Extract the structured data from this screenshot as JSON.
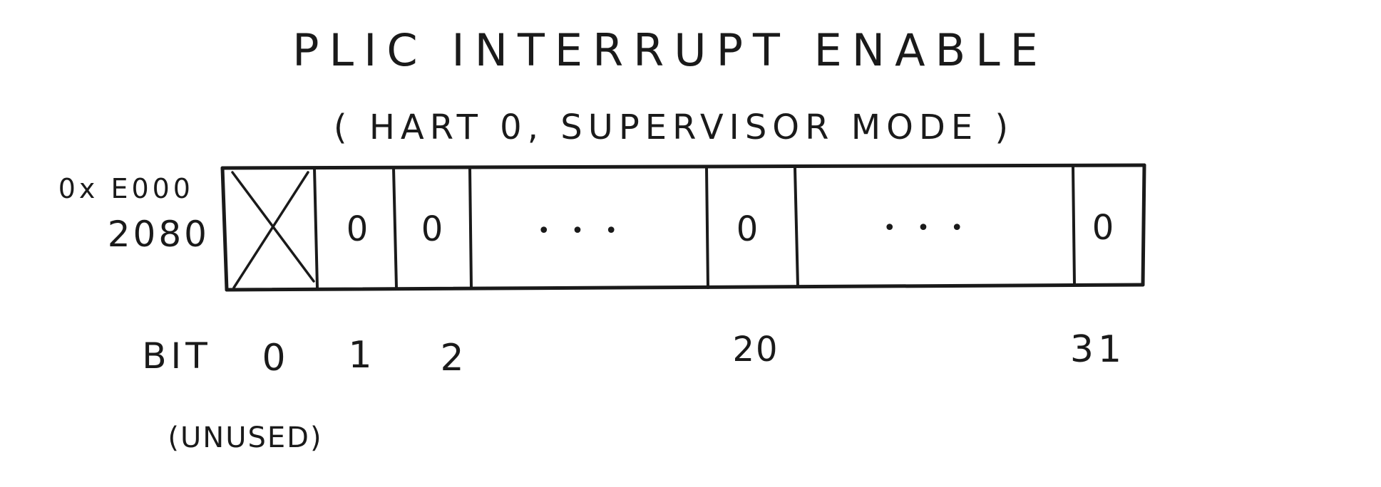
{
  "title": "PLIC INTERRUPT ENABLE",
  "subtitle": "( HART 0, SUPERVISOR MODE )",
  "address": {
    "line1": "0x E000",
    "line2": "2080"
  },
  "register_cells": [
    {
      "id": "bit0",
      "value": "",
      "crossed": true
    },
    {
      "id": "bit1",
      "value": "0"
    },
    {
      "id": "bit2",
      "value": "0"
    },
    {
      "id": "gap1",
      "value": "• • •"
    },
    {
      "id": "bit20",
      "value": "0"
    },
    {
      "id": "gap2",
      "value": "• • •"
    },
    {
      "id": "bit31",
      "value": "0"
    }
  ],
  "bit_row": {
    "label": "BIT",
    "numbers": [
      "0",
      "1",
      "2",
      "20",
      "31"
    ]
  },
  "unused_note": "(UNUSED)"
}
